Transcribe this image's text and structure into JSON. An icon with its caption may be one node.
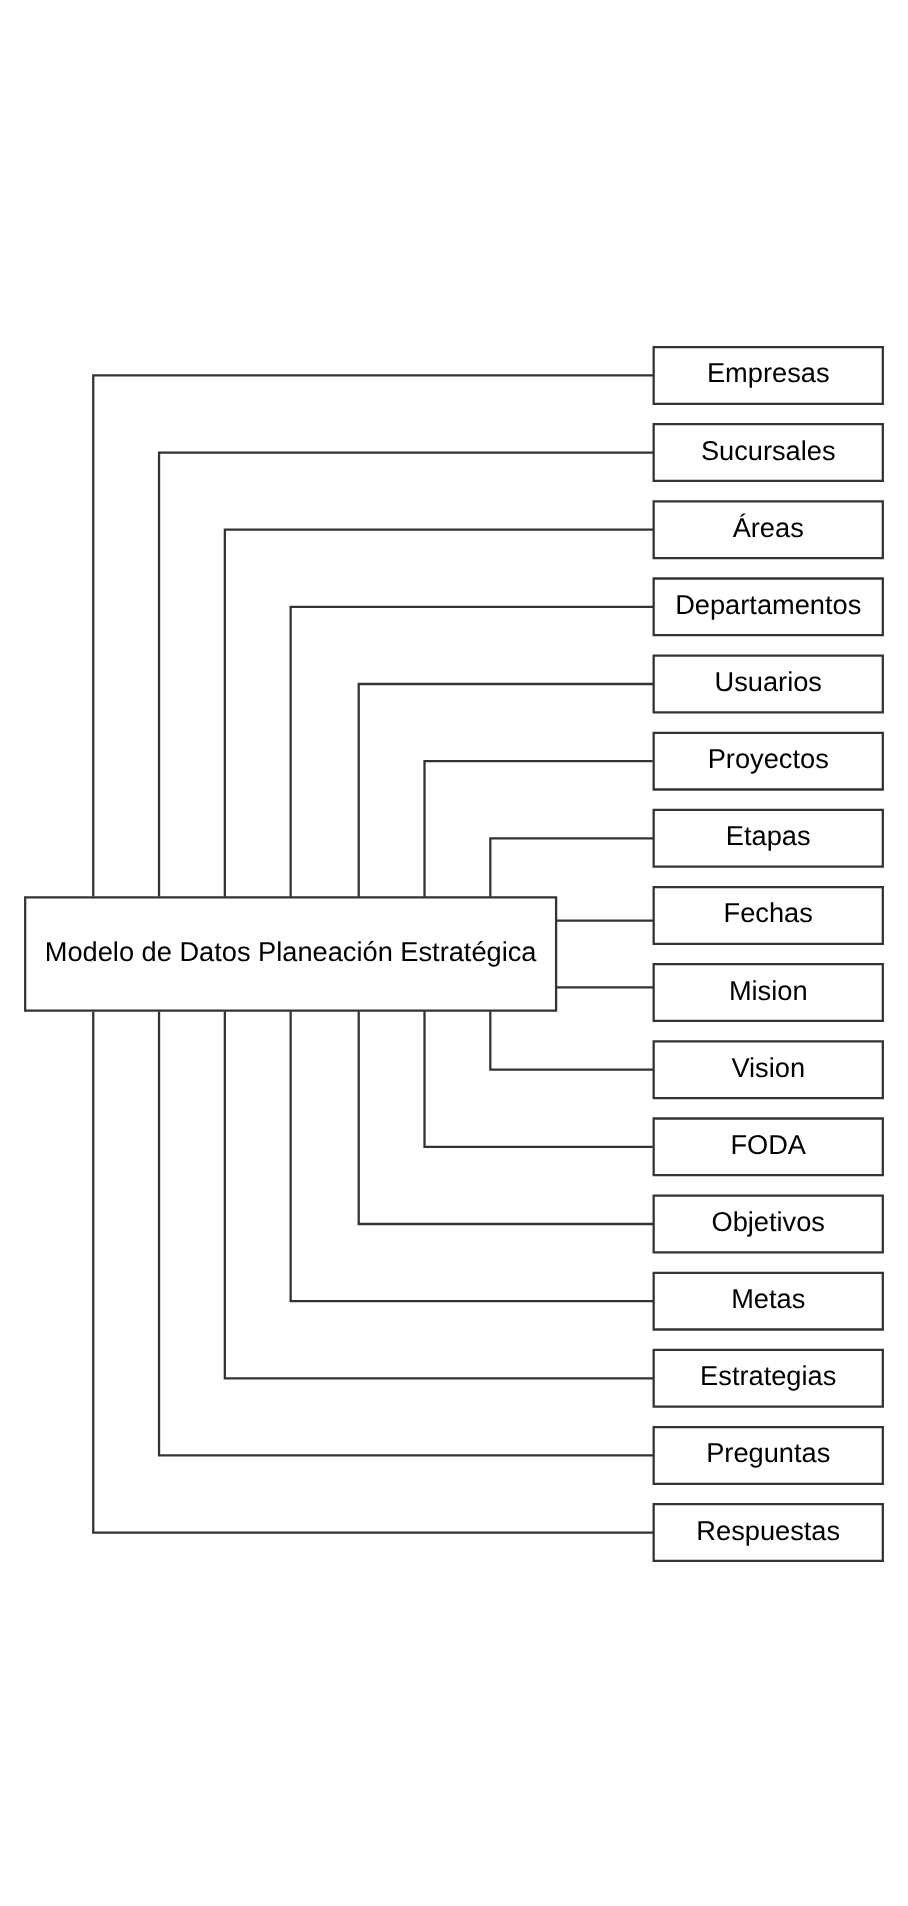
{
  "diagram": {
    "nodes": [
      {
        "text": [
          "Modelo de Datos Planeación Estratégica"
        ]
      },
      {
        "text": [
          "Empresas"
        ]
      },
      {
        "text": [
          "Sucursales"
        ]
      },
      {
        "text": [
          "Áreas"
        ]
      },
      {
        "text": [
          "Departamentos"
        ]
      },
      {
        "text": [
          "Usuarios"
        ]
      },
      {
        "text": [
          "Proyectos"
        ]
      },
      {
        "text": [
          "Etapas"
        ]
      },
      {
        "text": [
          "Fechas"
        ]
      },
      {
        "text": [
          "Mision"
        ]
      },
      {
        "text": [
          "Vision"
        ]
      },
      {
        "text": [
          "FODA"
        ]
      },
      {
        "text": [
          "Objetivos"
        ]
      },
      {
        "text": [
          "Metas"
        ]
      },
      {
        "text": [
          "Estrategias"
        ]
      },
      {
        "text": [
          "Preguntas"
        ]
      },
      {
        "text": [
          "Respuestas"
        ]
      }
    ],
    "edges": [
      {
        "from": 0,
        "to": 1,
        "arrow": "none"
      },
      {
        "from": 0,
        "to": 2,
        "arrow": "none"
      },
      {
        "from": 0,
        "to": 3,
        "arrow": "none"
      },
      {
        "from": 0,
        "to": 4,
        "arrow": "none"
      },
      {
        "from": 0,
        "to": 5,
        "arrow": "none"
      },
      {
        "from": 0,
        "to": 6,
        "arrow": "none"
      },
      {
        "from": 0,
        "to": 7,
        "arrow": "none"
      },
      {
        "from": 0,
        "to": 8,
        "arrow": "none"
      },
      {
        "from": 0,
        "to": 9,
        "arrow": "none"
      },
      {
        "from": 0,
        "to": 10,
        "arrow": "none"
      },
      {
        "from": 0,
        "to": 11,
        "arrow": "none"
      },
      {
        "from": 0,
        "to": 12,
        "arrow": "none"
      },
      {
        "from": 0,
        "to": 13,
        "arrow": "none"
      },
      {
        "from": 0,
        "to": 14,
        "arrow": "none"
      },
      {
        "from": 0,
        "to": 15,
        "arrow": "none"
      },
      {
        "from": 0,
        "to": 16,
        "arrow": "none"
      }
    ]
  }
}
